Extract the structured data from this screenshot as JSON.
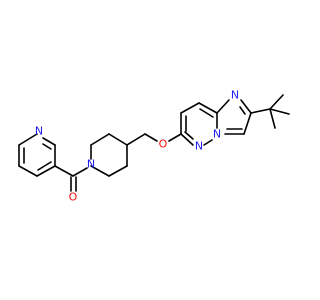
{
  "molecule": {
    "atoms": [
      {
        "id": "n_pyr",
        "element": "N",
        "label": "N",
        "color": "#2020f0"
      },
      {
        "id": "o_carbonyl",
        "element": "O",
        "label": "O",
        "color": "#ff0d0d"
      },
      {
        "id": "n_pip",
        "element": "N",
        "label": "N",
        "color": "#2020f0"
      },
      {
        "id": "o_ether",
        "element": "O",
        "label": "O",
        "color": "#ff0d0d"
      },
      {
        "id": "n_imid",
        "element": "N",
        "label": "N",
        "color": "#2020f0"
      },
      {
        "id": "n_bridge",
        "element": "N",
        "label": "N",
        "color": "#2020f0"
      },
      {
        "id": "n_pyridazine",
        "element": "N",
        "label": "N",
        "color": "#2020f0"
      }
    ],
    "bond_color": "#000000"
  }
}
